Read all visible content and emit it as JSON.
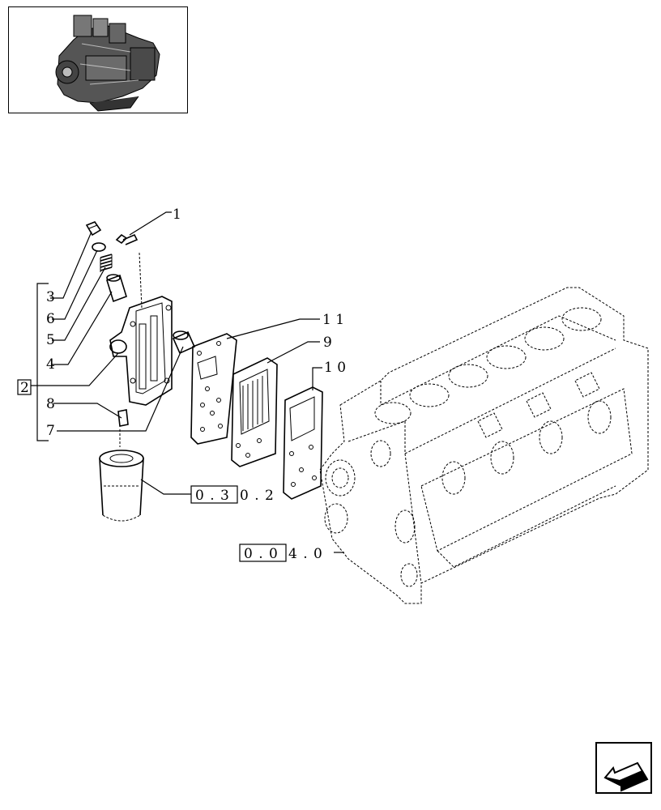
{
  "callouts": {
    "c1": "1",
    "c2": "2",
    "c3": "3",
    "c4": "4",
    "c5": "5",
    "c6": "6",
    "c7": "7",
    "c8": "8",
    "c9": "9",
    "c10": "1 0",
    "c11": "1 1"
  },
  "references": {
    "filter_ref_boxed": "0 . 3",
    "filter_ref_tail": "0 . 2",
    "block_ref_boxed": "0 . 0",
    "block_ref_tail": "4 . 0"
  },
  "thumbnail": {
    "icon": "engine-icon"
  },
  "navigation": {
    "icon": "back-arrow-icon"
  }
}
